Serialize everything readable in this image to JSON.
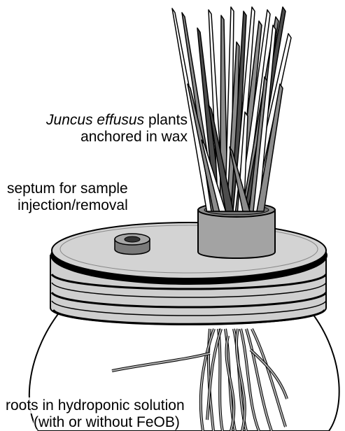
{
  "labels": {
    "plants_species": "Juncus effusus",
    "plants_line1_rest": " plants",
    "plants_line2": "anchored in wax",
    "septum_line1": "septum for sample",
    "septum_line2": "injection/removal",
    "roots_line1": "roots in hydroponic solution",
    "roots_line2": "(with or without FeOB)"
  },
  "colors": {
    "outline": "#000000",
    "leaf_light": "#ffffff",
    "leaf_mid": "#8c8c8c",
    "leaf_dark": "#4d4d4d",
    "lid": "#c8c8c8",
    "cup": "#9a9a9a",
    "root": "#b3b3b3"
  }
}
